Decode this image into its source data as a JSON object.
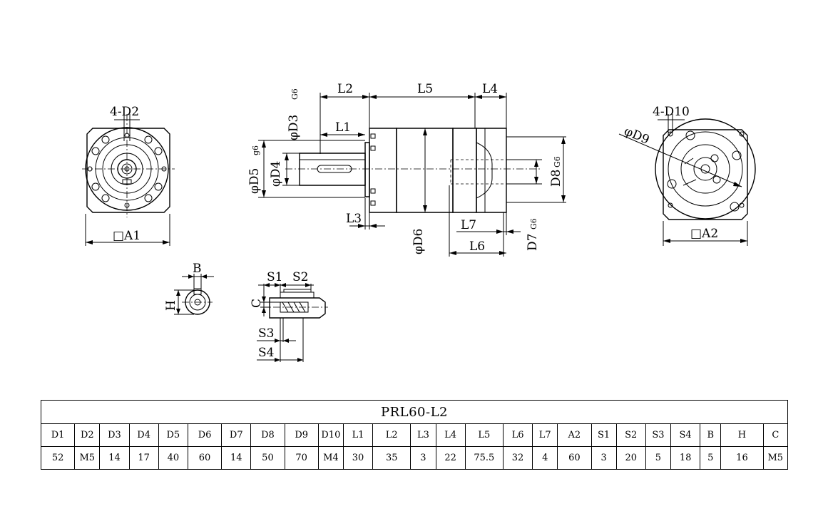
{
  "drawing_labels": {
    "four_d2": "4-D2",
    "a1": "□A1",
    "l2": "L2",
    "l5": "L5",
    "l4": "L4",
    "l1": "L1",
    "l3": "L3",
    "l7": "L7",
    "l6": "L6",
    "d3": "φD3",
    "d3_tol": "G6",
    "d5": "φD5",
    "d5_tol": "g6",
    "d4": "φD4",
    "d6": "φD6",
    "d8": "D8",
    "d8_tol": "G6",
    "d7": "D7",
    "d7_tol": "G6",
    "four_d10": "4-D10",
    "d9": "φD9",
    "a2": "□A2",
    "b": "B",
    "h": "H",
    "s1": "S1",
    "s2": "S2",
    "c": "C",
    "s3": "S3",
    "s4": "S4"
  },
  "table": {
    "title": "PRL60-L2",
    "headers": [
      "D1",
      "D2",
      "D3",
      "D4",
      "D5",
      "D6",
      "D7",
      "D8",
      "D9",
      "D10",
      "L1",
      "L2",
      "L3",
      "L4",
      "L5",
      "L6",
      "L7",
      "A2",
      "S1",
      "S2",
      "S3",
      "S4",
      "B",
      "H",
      "C"
    ],
    "values": [
      "52",
      "M5",
      "14",
      "17",
      "40",
      "60",
      "14",
      "50",
      "70",
      "M4",
      "30",
      "35",
      "3",
      "22",
      "75.5",
      "32",
      "4",
      "60",
      "3",
      "20",
      "5",
      "18",
      "5",
      "16",
      "M5"
    ]
  }
}
